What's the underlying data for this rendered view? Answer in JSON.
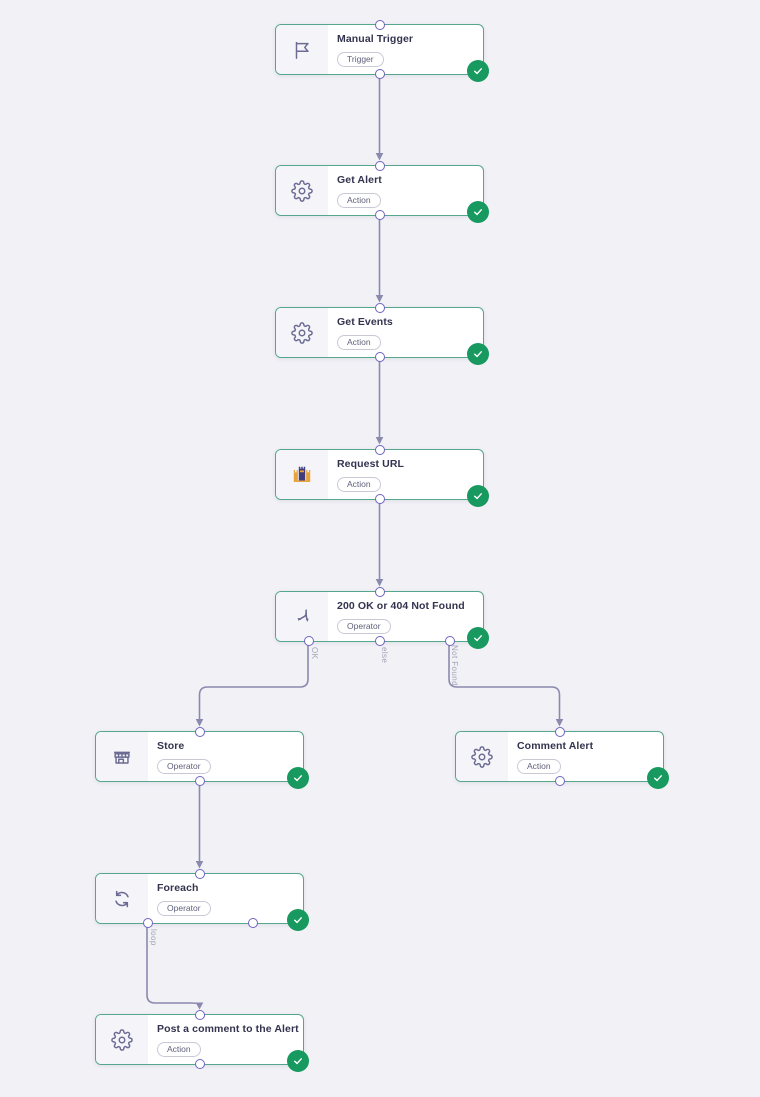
{
  "app": {
    "view": "workflow-canvas"
  },
  "colors": {
    "canvas-bg": "#f1f1f6",
    "node-border": "#55a68c",
    "node-bg": "#ffffff",
    "icon-cell-bg": "#f5f5f9",
    "icon-color": "#6b6b93",
    "title-color": "#33334f",
    "badge-color": "#5f5f7a",
    "badge-border": "#c9c9d6",
    "check-green": "#17995f",
    "line-color": "#8b89ad",
    "port-border": "#6d65c0",
    "branch-label-color": "#a3a3b8"
  },
  "nodes": [
    {
      "id": "manual-trigger",
      "title": "Manual Trigger",
      "type": "Trigger",
      "icon": "flag-icon",
      "status": "success"
    },
    {
      "id": "get-alert",
      "title": "Get Alert",
      "type": "Action",
      "icon": "gear-icon",
      "status": "success"
    },
    {
      "id": "get-events",
      "title": "Get Events",
      "type": "Action",
      "icon": "gear-icon",
      "status": "success"
    },
    {
      "id": "request-url",
      "title": "Request URL",
      "type": "Action",
      "icon": "castle-app-icon",
      "status": "success"
    },
    {
      "id": "condition",
      "title": "200 OK or 404 Not Found",
      "type": "Operator",
      "icon": "branch-icon",
      "status": "success"
    },
    {
      "id": "store",
      "title": "Store",
      "type": "Operator",
      "icon": "store-icon",
      "status": "success"
    },
    {
      "id": "comment-alert",
      "title": "Comment Alert",
      "type": "Action",
      "icon": "gear-icon",
      "status": "success"
    },
    {
      "id": "foreach",
      "title": "Foreach",
      "type": "Operator",
      "icon": "loop-icon",
      "status": "success"
    },
    {
      "id": "post-comment",
      "title": "Post a comment to the Alert",
      "type": "Action",
      "icon": "gear-icon",
      "status": "success"
    }
  ],
  "branch_labels": {
    "ok": "OK",
    "else": "else",
    "not_found": "Not Found",
    "loop": "loop"
  },
  "edges": [
    {
      "from": "manual-trigger",
      "to": "get-alert"
    },
    {
      "from": "get-alert",
      "to": "get-events"
    },
    {
      "from": "get-events",
      "to": "request-url"
    },
    {
      "from": "request-url",
      "to": "condition"
    },
    {
      "from": "condition",
      "to": "store",
      "label": "OK"
    },
    {
      "from": "condition",
      "to": "comment-alert",
      "label": "Not Found"
    },
    {
      "from": "store",
      "to": "foreach"
    },
    {
      "from": "foreach",
      "to": "post-comment",
      "label": "loop"
    }
  ]
}
